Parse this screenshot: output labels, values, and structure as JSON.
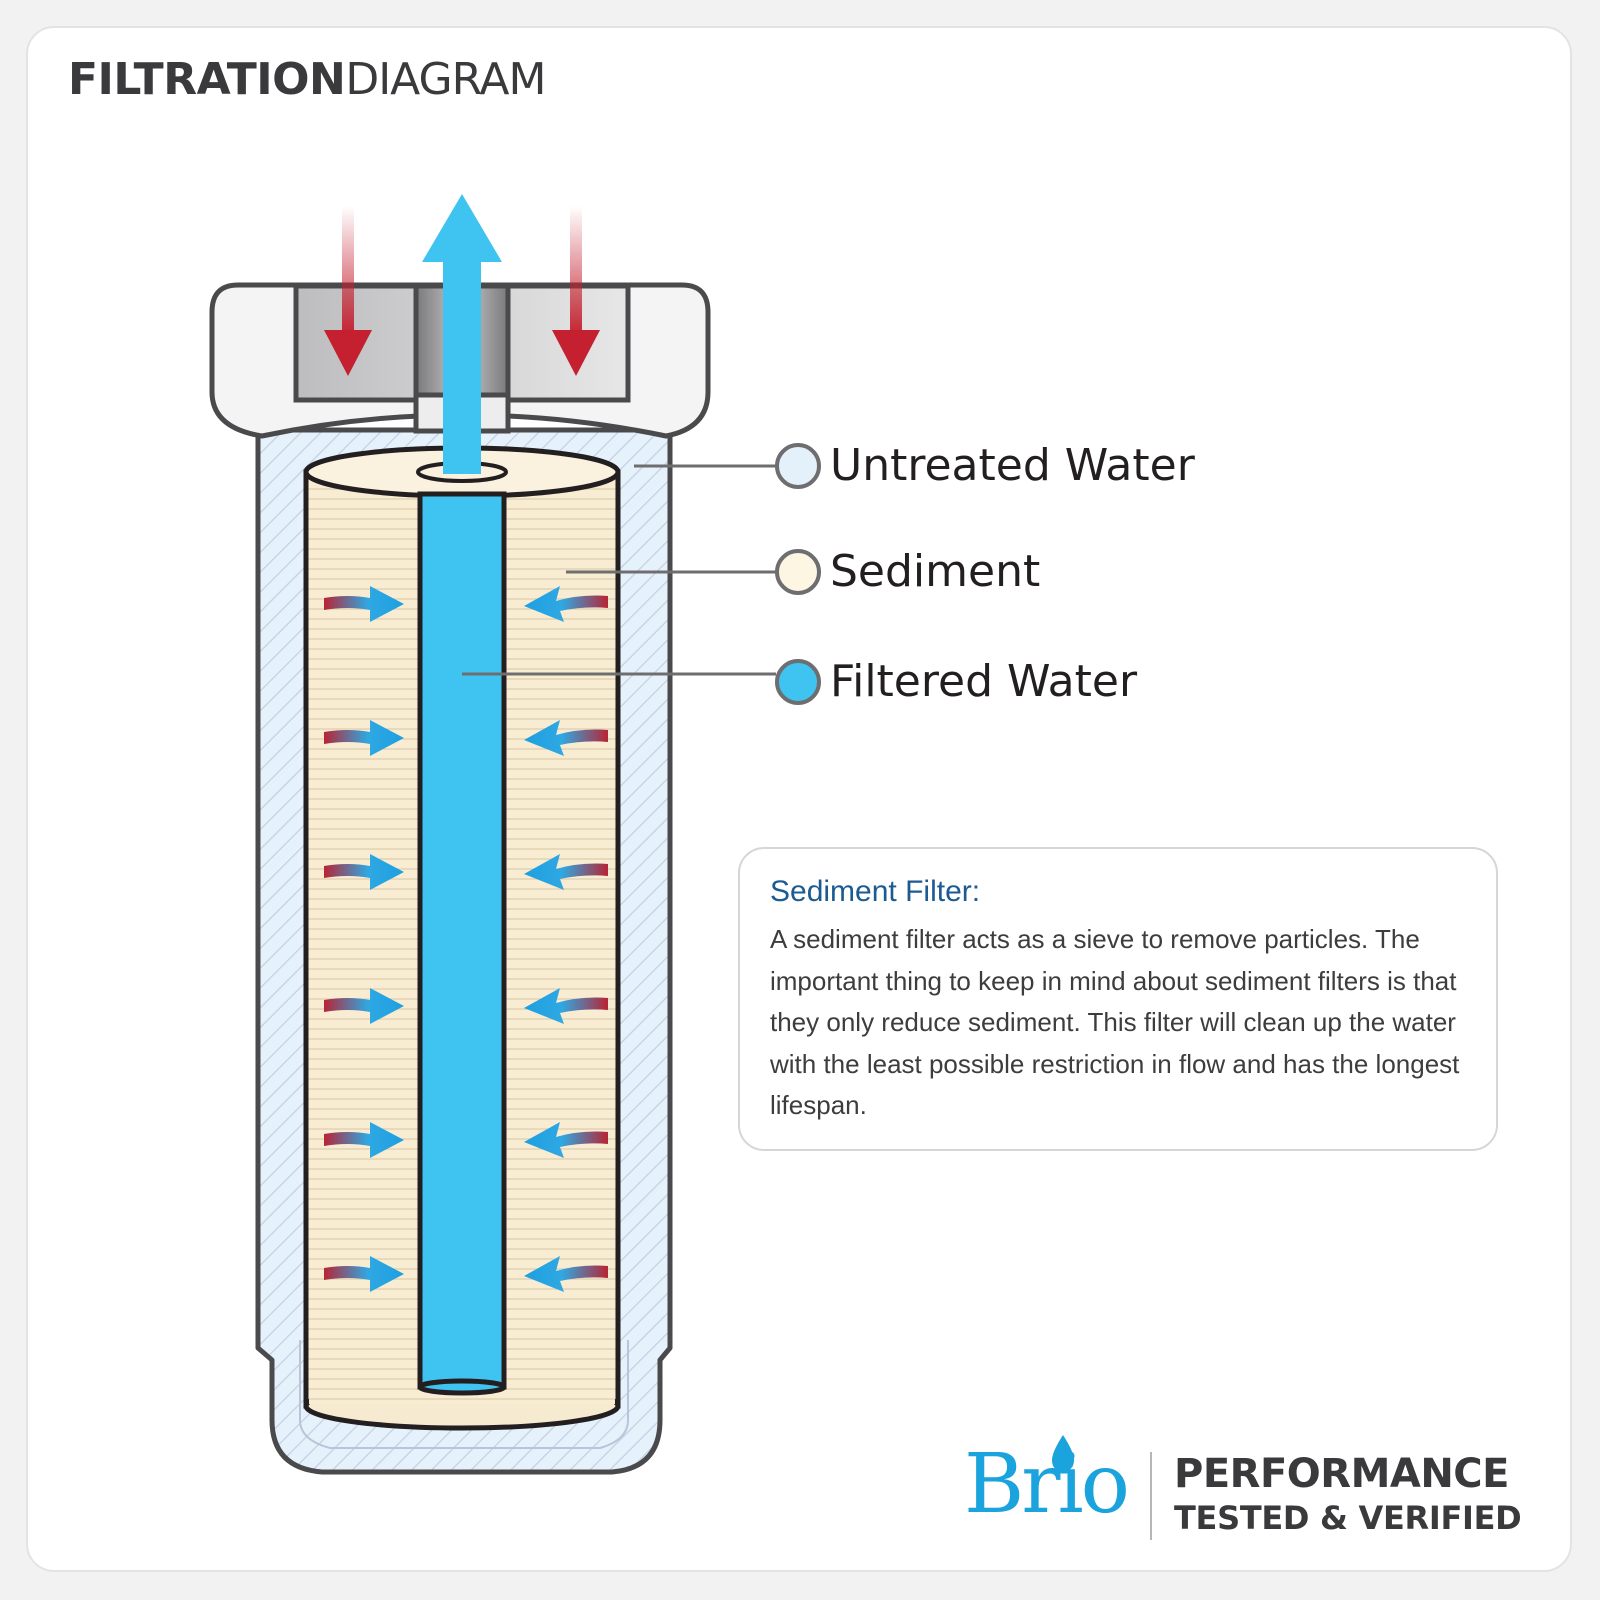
{
  "header": {
    "title_bold": "FILTRATION",
    "title_light": "DIAGRAM"
  },
  "legend": [
    {
      "label": "Untreated Water",
      "fill": "#e4f1fa"
    },
    {
      "label": "Sediment",
      "fill": "#fdf6e3"
    },
    {
      "label": "Filtered Water",
      "fill": "#3fc4f1"
    }
  ],
  "info": {
    "title": "Sediment Filter:",
    "body": "A sediment filter acts as a sieve to remove particles. The important thing to keep in mind about sediment filters is that they only reduce sediment. This filter will clean up the water with the least possible restriction in flow and has the longest lifespan."
  },
  "brand": {
    "name": "Brio",
    "tagline_line1": "PERFORMANCE",
    "tagline_line2": "TESTED & VERIFIED"
  },
  "colors": {
    "untreated_arrow": "#c4202f",
    "filtered_water": "#3fc4f1",
    "sediment": "#f8ecd3",
    "housing_outline": "#4a4a4c",
    "brand_blue": "#1aa3dc",
    "info_title": "#1c5a92"
  }
}
